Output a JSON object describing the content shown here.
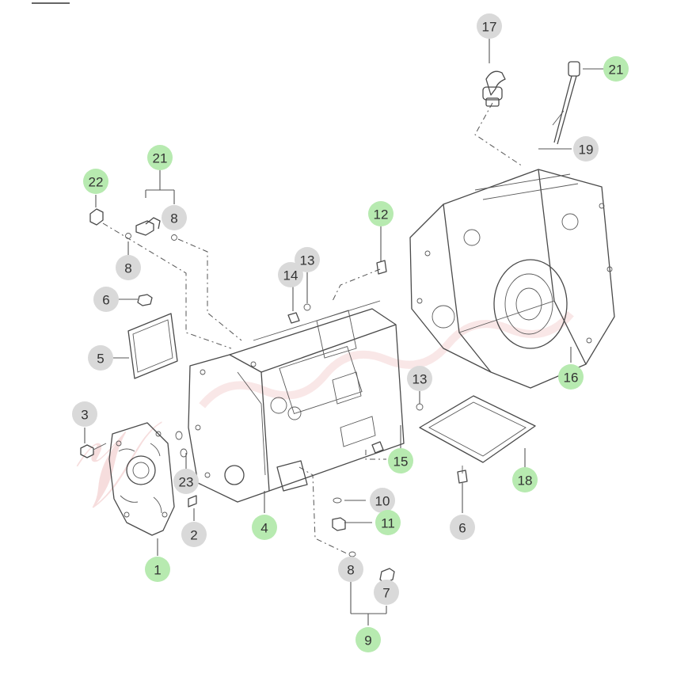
{
  "colors": {
    "callout_green": "#b7eab0",
    "callout_grey": "#d9d9d9",
    "line": "#4a4a4a",
    "watermark": "#e8a0a0"
  },
  "callouts": [
    {
      "id": "c17",
      "label": "17",
      "style": "grey"
    },
    {
      "id": "c21a",
      "label": "21",
      "style": "green"
    },
    {
      "id": "c19",
      "label": "19",
      "style": "grey"
    },
    {
      "id": "c21b",
      "label": "21",
      "style": "green"
    },
    {
      "id": "c22",
      "label": "22",
      "style": "green"
    },
    {
      "id": "c8a",
      "label": "8",
      "style": "grey"
    },
    {
      "id": "c8b",
      "label": "8",
      "style": "grey"
    },
    {
      "id": "c12",
      "label": "12",
      "style": "green"
    },
    {
      "id": "c13a",
      "label": "13",
      "style": "grey"
    },
    {
      "id": "c14",
      "label": "14",
      "style": "grey"
    },
    {
      "id": "c6a",
      "label": "6",
      "style": "grey"
    },
    {
      "id": "c5",
      "label": "5",
      "style": "grey"
    },
    {
      "id": "c16",
      "label": "16",
      "style": "green"
    },
    {
      "id": "c13b",
      "label": "13",
      "style": "grey"
    },
    {
      "id": "c3",
      "label": "3",
      "style": "grey"
    },
    {
      "id": "c15",
      "label": "15",
      "style": "green"
    },
    {
      "id": "c23",
      "label": "23",
      "style": "grey"
    },
    {
      "id": "c18",
      "label": "18",
      "style": "green"
    },
    {
      "id": "c10",
      "label": "10",
      "style": "grey"
    },
    {
      "id": "c4",
      "label": "4",
      "style": "green"
    },
    {
      "id": "c2",
      "label": "2",
      "style": "grey"
    },
    {
      "id": "c11",
      "label": "11",
      "style": "green"
    },
    {
      "id": "c6b",
      "label": "6",
      "style": "grey"
    },
    {
      "id": "c1",
      "label": "1",
      "style": "green"
    },
    {
      "id": "c8c",
      "label": "8",
      "style": "grey"
    },
    {
      "id": "c7",
      "label": "7",
      "style": "grey"
    },
    {
      "id": "c9",
      "label": "9",
      "style": "green"
    }
  ]
}
